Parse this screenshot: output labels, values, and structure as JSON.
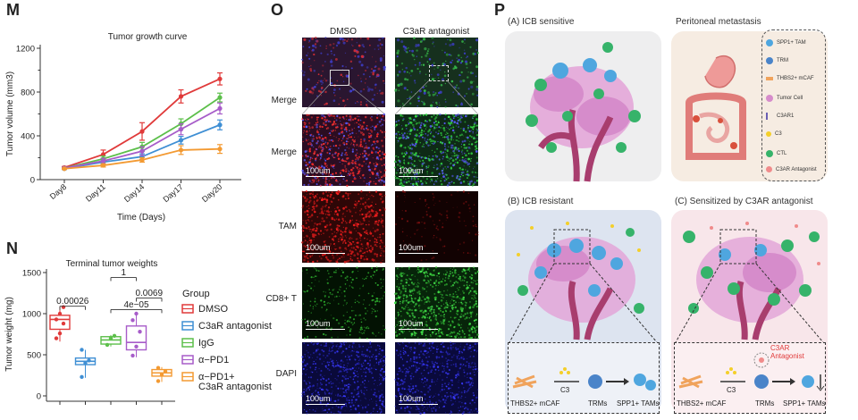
{
  "panels": {
    "m": "M",
    "n": "N",
    "o": "O",
    "p": "P"
  },
  "chart_data": [
    {
      "type": "line",
      "title": "Tumor growth curve",
      "xlabel": "Time (Days)",
      "ylabel": "Tumor volume (mm3)",
      "categories": [
        "Day8",
        "Day11",
        "Day14",
        "Day17",
        "Day20"
      ],
      "ylim": [
        0,
        1200
      ],
      "yticks": [
        0,
        400,
        800,
        1200
      ],
      "yminor": [
        200,
        600,
        1000
      ],
      "series": [
        {
          "color": "#e03a3a",
          "values": [
            110,
            230,
            440,
            760,
            920
          ],
          "err": [
            10,
            40,
            80,
            60,
            55
          ]
        },
        {
          "color": "#3f8fd4",
          "values": [
            100,
            160,
            210,
            360,
            500
          ],
          "err": [
            8,
            20,
            25,
            35,
            45
          ]
        },
        {
          "color": "#5cbf4a",
          "values": [
            105,
            190,
            300,
            510,
            750
          ],
          "err": [
            8,
            25,
            40,
            45,
            40
          ]
        },
        {
          "color": "#a75cc9",
          "values": [
            105,
            170,
            260,
            460,
            650
          ],
          "err": [
            8,
            25,
            40,
            50,
            50
          ]
        },
        {
          "color": "#f39a32",
          "values": [
            100,
            130,
            180,
            270,
            280
          ],
          "err": [
            6,
            15,
            20,
            40,
            40
          ]
        }
      ]
    },
    {
      "type": "box",
      "title": "Terminal tumor weights",
      "ylabel": "Tumor weight (mg)",
      "ylim": [
        0,
        1500
      ],
      "yticks": [
        0,
        500,
        1000,
        1500
      ],
      "legend_title": "Group",
      "groups": [
        {
          "name": "DMSO",
          "color": "#e03a3a",
          "q1": 810,
          "median": 930,
          "q3": 980,
          "min": 660,
          "max": 1090,
          "points": [
            700,
            760,
            880,
            930,
            1000,
            1080
          ]
        },
        {
          "name": "C3aR antagonist",
          "color": "#3f8fd4",
          "q1": 380,
          "median": 420,
          "q3": 460,
          "min": 220,
          "max": 560,
          "points": [
            230,
            400,
            430,
            560
          ]
        },
        {
          "name": "IgG",
          "color": "#5cbf4a",
          "q1": 630,
          "median": 680,
          "q3": 720,
          "min": 600,
          "max": 740,
          "points": [
            620,
            700,
            730
          ]
        },
        {
          "name": "α−PD1",
          "color": "#a75cc9",
          "q1": 560,
          "median": 650,
          "q3": 850,
          "min": 470,
          "max": 1000,
          "points": [
            490,
            600,
            780,
            920,
            1000
          ]
        },
        {
          "name": "α−PD1+\nC3aR antagonist",
          "color": "#f39a32",
          "q1": 240,
          "median": 280,
          "q3": 320,
          "min": 170,
          "max": 350,
          "points": [
            180,
            260,
            300,
            340
          ]
        }
      ],
      "annotations": [
        {
          "text": "0.00026",
          "from": 0,
          "to": 1,
          "y": 1090
        },
        {
          "text": "1",
          "from": 2,
          "to": 3,
          "y": 1440
        },
        {
          "text": "0.0069",
          "from": 3,
          "to": 4,
          "y": 1190
        },
        {
          "text": "4e−05",
          "from": 2,
          "to": 4,
          "y": 1050
        }
      ]
    }
  ],
  "micro": {
    "col_labels": [
      "DMSO",
      "C3aR antagonist"
    ],
    "row_labels": [
      "Merge",
      "Merge",
      "TAM",
      "CD8+ T",
      "DAPI"
    ],
    "scale": "100um"
  },
  "schematic": {
    "a_title": "(A) ICB sensitive",
    "pm_title": "Peritoneal metastasis",
    "b_title": "(B) ICB resistant",
    "c_title": "(C) Sensitized by C3AR antagonist",
    "key": [
      "SPP1+ TAM",
      "TRM",
      "THBS2+ mCAF",
      "Tumor Cell",
      "C3AR1",
      "C3",
      "CTL",
      "C3AR Antagonist"
    ],
    "b_flow": {
      "source": "THBS2+ mCAF",
      "signal": "C3",
      "mid": "TRMs",
      "end": "SPP1+ TAMs"
    },
    "c_flow": {
      "source": "THBS2+ mCAF",
      "signal": "C3",
      "mid": "TRMs",
      "end": "SPP1+ TAMs",
      "drug": "C3AR Antagonist"
    }
  },
  "colors": {
    "red": "#e03a3a",
    "blue": "#3f8fd4",
    "green": "#5cbf4a",
    "purple": "#a75cc9",
    "orange": "#f39a32"
  }
}
